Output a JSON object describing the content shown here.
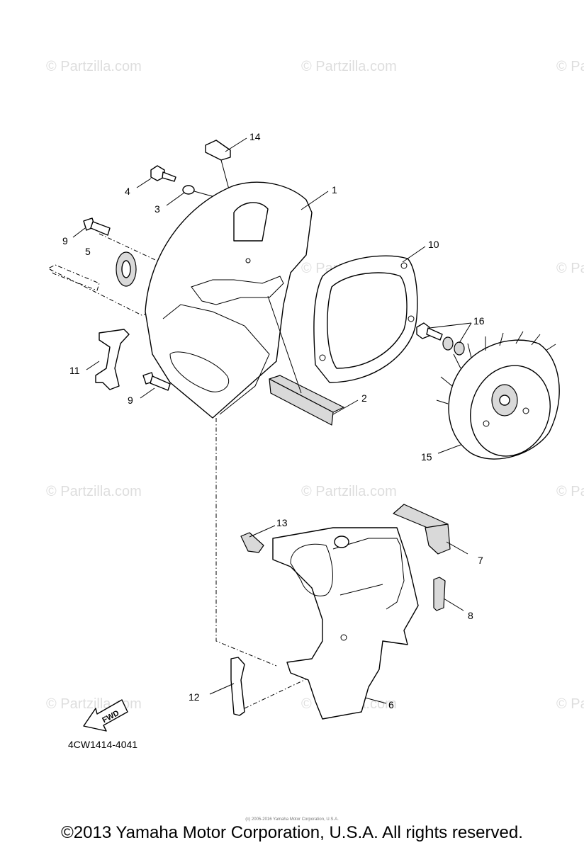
{
  "diagram": {
    "part_code": "4CW1414-4041",
    "fwd_label": "FWD",
    "callouts": [
      {
        "id": "c14",
        "label": "14"
      },
      {
        "id": "c1",
        "label": "1"
      },
      {
        "id": "c4",
        "label": "4"
      },
      {
        "id": "c3",
        "label": "3"
      },
      {
        "id": "c9a",
        "label": "9"
      },
      {
        "id": "c5",
        "label": "5"
      },
      {
        "id": "c10",
        "label": "10"
      },
      {
        "id": "c16",
        "label": "16"
      },
      {
        "id": "c11",
        "label": "11"
      },
      {
        "id": "c9b",
        "label": "9"
      },
      {
        "id": "c2",
        "label": "2"
      },
      {
        "id": "c15",
        "label": "15"
      },
      {
        "id": "c13",
        "label": "13"
      },
      {
        "id": "c7",
        "label": "7"
      },
      {
        "id": "c8",
        "label": "8"
      },
      {
        "id": "c12",
        "label": "12"
      },
      {
        "id": "c6",
        "label": "6"
      }
    ]
  },
  "watermark": {
    "text": "© Partzilla.com"
  },
  "footer": {
    "copyright": "©2013 Yamaha Motor Corporation, U.S.A. All rights reserved.",
    "small_credit": "(c) 2005-2016 Yamaha Motor Corporation, U.S.A."
  }
}
